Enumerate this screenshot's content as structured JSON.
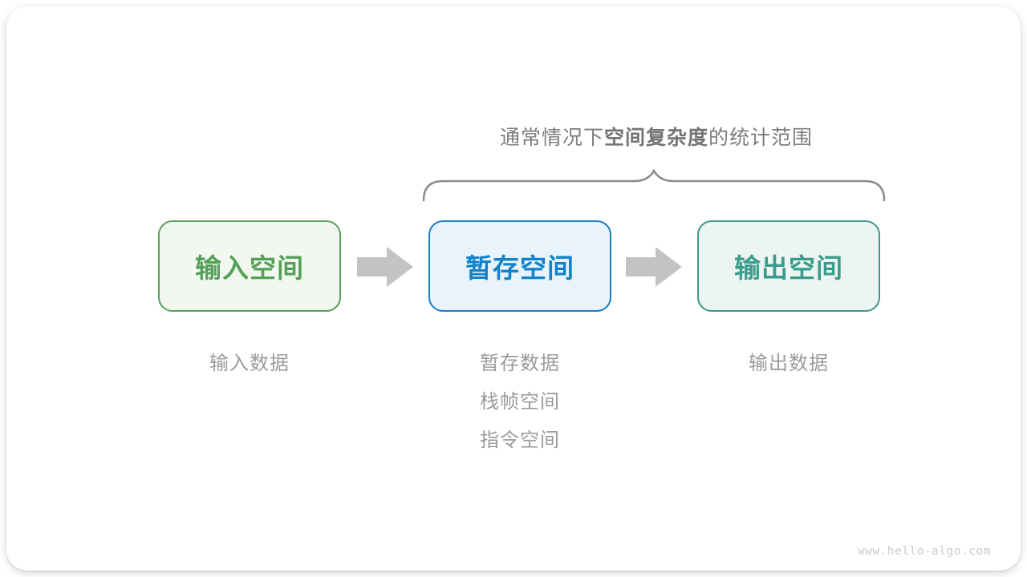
{
  "title": {
    "prefix": "通常情况下",
    "bold": "空间复杂度",
    "suffix": "的统计范围"
  },
  "brace": {
    "color": "#8b8b8b"
  },
  "arrow": {
    "color": "#c3c3c3"
  },
  "boxes": [
    {
      "label": "输入空间",
      "colors": {
        "border": "#5ba05c",
        "bg": "#f2f8ef",
        "text": "#55a058"
      },
      "sublabels": [
        "输入数据"
      ]
    },
    {
      "label": "暂存空间",
      "colors": {
        "border": "#1b7ec5",
        "bg": "#e8f3fc",
        "text": "#1282cb"
      },
      "sublabels": [
        "暂存数据",
        "栈帧空间",
        "指令空间"
      ]
    },
    {
      "label": "输出空间",
      "colors": {
        "border": "#3e9889",
        "bg": "#edf5f3",
        "text": "#3a9c8c"
      },
      "sublabels": [
        "输出数据"
      ]
    }
  ],
  "watermark": "www.hello-algo.com"
}
